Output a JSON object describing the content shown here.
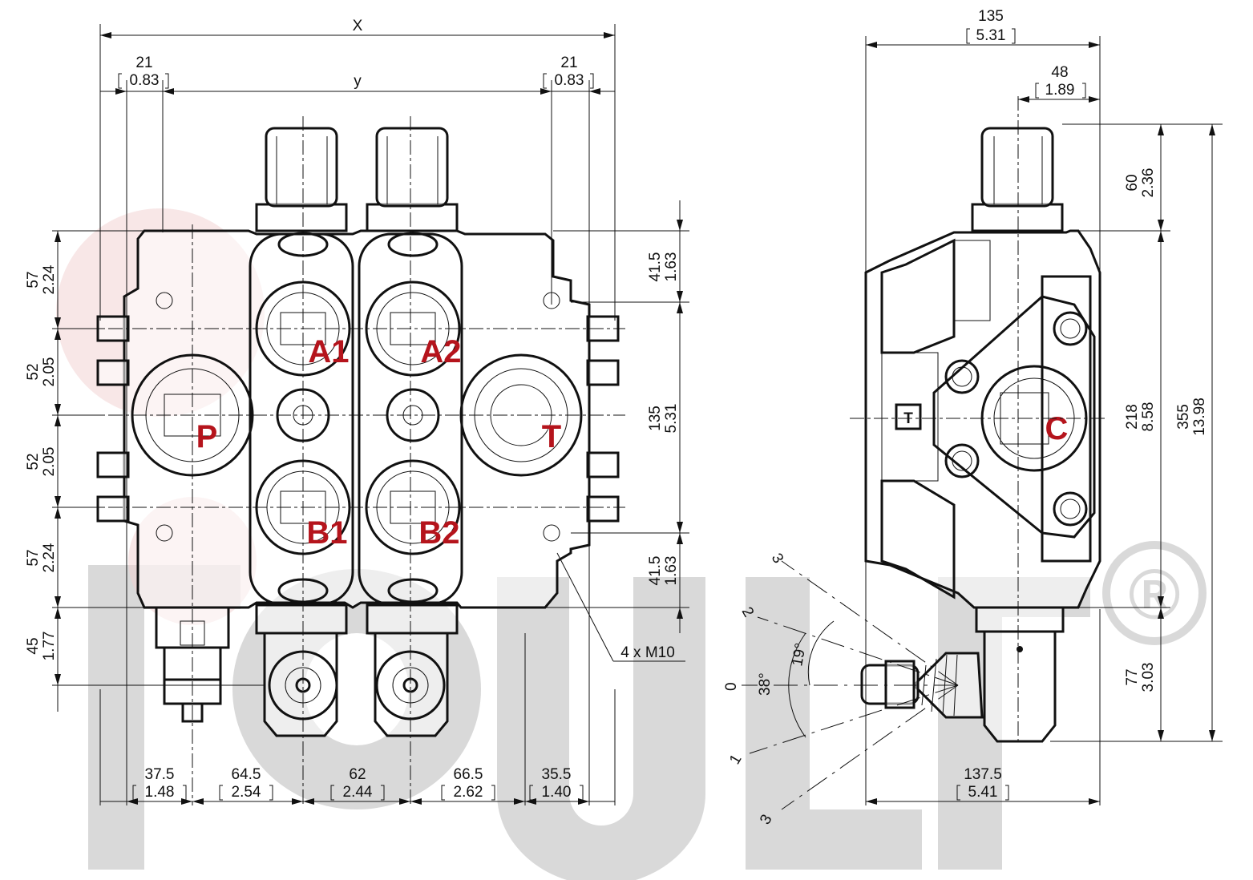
{
  "ports": {
    "a1": "A1",
    "a2": "A2",
    "b1": "B1",
    "b2": "B2",
    "p": "P",
    "t": "T",
    "c": "C",
    "tank_symbol": "T"
  },
  "top_dims": {
    "x": "X",
    "y": "y",
    "left_21": "21",
    "left_083": "0.83",
    "right_21": "21",
    "right_083": "0.83"
  },
  "left_dims": [
    {
      "mm": "57",
      "in": "2.24"
    },
    {
      "mm": "52",
      "in": "2.05"
    },
    {
      "mm": "52",
      "in": "2.05"
    },
    {
      "mm": "57",
      "in": "2.24"
    },
    {
      "mm": "45",
      "in": "1.77"
    }
  ],
  "mid_dims": [
    {
      "mm": "41.5",
      "in": "1.63"
    },
    {
      "mm": "135",
      "in": "5.31"
    },
    {
      "mm": "41.5",
      "in": "1.63"
    }
  ],
  "bottom_dims": [
    {
      "mm": "37.5",
      "in": "1.48"
    },
    {
      "mm": "64.5",
      "in": "2.54"
    },
    {
      "mm": "62",
      "in": "2.44"
    },
    {
      "mm": "66.5",
      "in": "2.62"
    },
    {
      "mm": "35.5",
      "in": "1.40"
    }
  ],
  "bolt_note": "4 x M10",
  "side_dims": {
    "width_mm": "135",
    "width_in": "5.31",
    "offset_mm": "48",
    "offset_in": "1.89",
    "top_mm": "60",
    "top_in": "2.36",
    "body_mm": "218",
    "body_in": "8.58",
    "total_mm": "355",
    "total_in": "13.98",
    "bottom_mm": "77",
    "bottom_in": "3.03",
    "lever_mm": "137.5",
    "lever_in": "5.41"
  },
  "lever": {
    "pos_3_top": "3",
    "pos_2": "2",
    "pos_0": "0",
    "pos_1": "1",
    "pos_3_bottom": "3",
    "angle_19": "19°",
    "angle_38": "38°"
  },
  "watermark": {
    "registered": "®"
  }
}
